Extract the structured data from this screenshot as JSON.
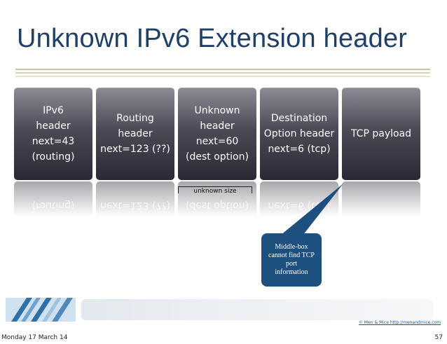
{
  "slide": {
    "title": "Unknown IPv6 Extension header",
    "boxes": [
      {
        "label": "IPv6\nheader\nnext=43\n(routing)",
        "reflection": "(routing)"
      },
      {
        "label": "Routing\nheader\nnext=123 (??)",
        "reflection": "next=123 (??)"
      },
      {
        "label": "Unknown\nheader\nnext=60\n(dest option)",
        "reflection": "(dest option)"
      },
      {
        "label": "Destination\nOption header\nnext=6 (tcp)",
        "reflection": "next=6 (tcp)"
      },
      {
        "label": "TCP payload",
        "reflection": ""
      }
    ],
    "size_label": "unknown size",
    "callout": "Middle-box\ncannot find TCP\nport\ninformation",
    "copyright": "© Men & Mice  http://menandmice.com"
  },
  "footer": {
    "date": "Monday 17 March 14",
    "page": "57"
  },
  "colors": {
    "title": "#1f3f66",
    "callout": "#1d4f7f",
    "box_dark": "#2b2935"
  }
}
